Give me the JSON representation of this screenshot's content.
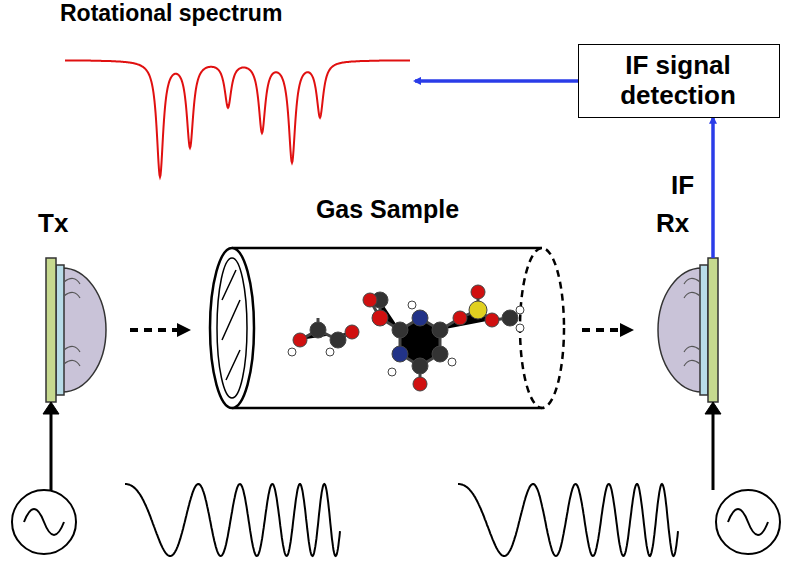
{
  "diagram": {
    "nodes": [
      {
        "text": [
          "Rotational spectrum"
        ]
      },
      {
        "text": [
          "IF signal detection"
        ]
      },
      {
        "text": [
          "Tx"
        ]
      },
      {
        "text": [
          "Gas Sample"
        ]
      },
      {
        "text": [
          "Rx"
        ]
      }
    ],
    "edges": [
      {
        "from": 1,
        "to": 0,
        "arrow": "to"
      },
      {
        "from": 4,
        "to": 1,
        "label": "IF",
        "arrow": "to"
      },
      {
        "from": 2,
        "to": 3,
        "arrow": "to"
      },
      {
        "from": 3,
        "to": 4,
        "arrow": "to"
      }
    ]
  }
}
